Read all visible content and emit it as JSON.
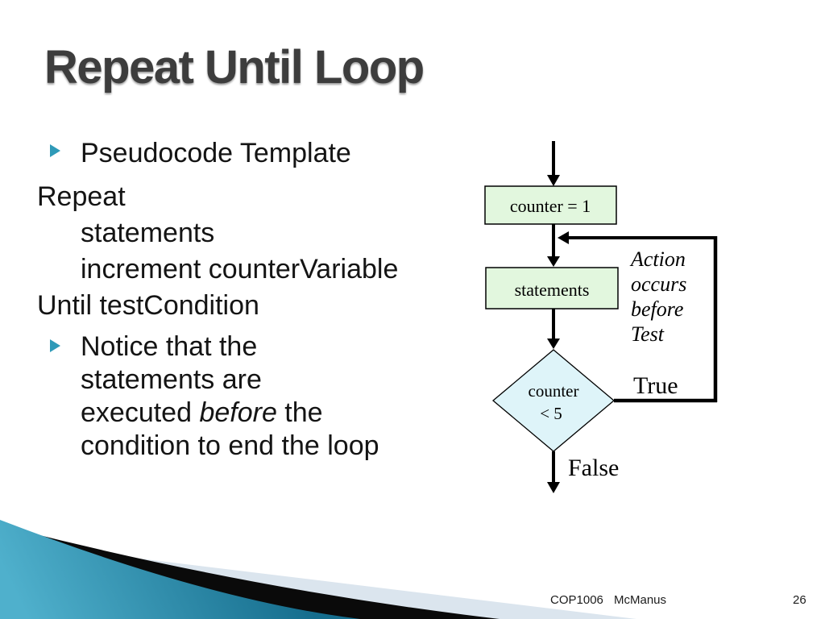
{
  "slide": {
    "title": "Repeat Until Loop",
    "body": {
      "bullet1": "Pseudocode Template",
      "pseudocode": {
        "line1": "Repeat",
        "line2": "statements",
        "line3": "increment counterVariable",
        "line4": "Until testCondition"
      },
      "notice": {
        "line1": "Notice that the",
        "line2": "statements are",
        "line3_pre": "executed ",
        "line3_italic": "before",
        "line3_post": " the",
        "line4": "condition to end the loop"
      }
    },
    "footer": {
      "course": "COP1006",
      "author": "McManus",
      "page_number": "26"
    }
  },
  "flowchart": {
    "init_box": "counter = 1",
    "statements_box": "statements",
    "decision": {
      "line1": "counter",
      "line2": "< 5"
    },
    "true_label": "True",
    "false_label": "False",
    "annotation": {
      "line1": "Action",
      "line2": "occurs",
      "line3": "before",
      "line4": "Test"
    }
  },
  "colors": {
    "accent_teal": "#2f9ab8",
    "box_green": "#e2f7de",
    "decision_cyan": "#def4f9",
    "title_gray": "#3d3d3d",
    "decoration_teal_light": "#4fb0cc",
    "decoration_teal_dark": "#156d8d",
    "decoration_light_band": "#dbe5ee",
    "decoration_black": "#0a0a0a"
  }
}
